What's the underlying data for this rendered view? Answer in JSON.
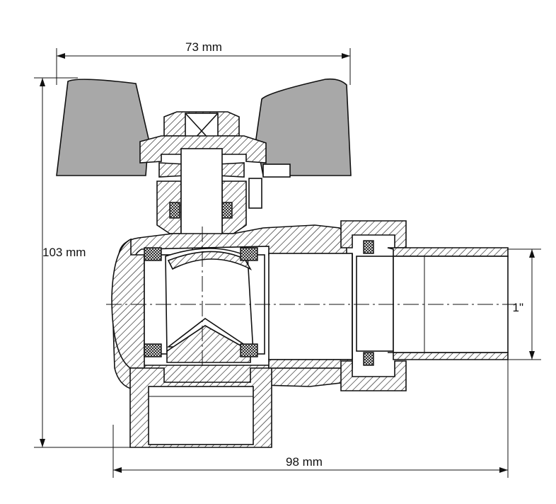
{
  "dimensions": {
    "top_width": "73 mm",
    "height": "103 mm",
    "bottom_width": "98 mm",
    "thread": "1\""
  }
}
